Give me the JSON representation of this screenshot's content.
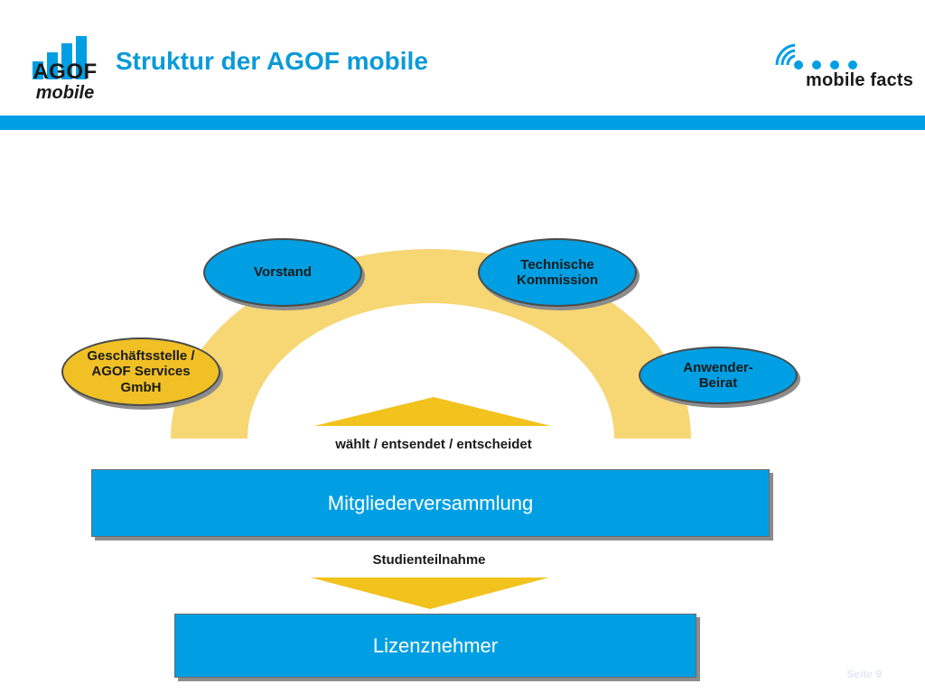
{
  "colors": {
    "brand_blue": "#009fe3",
    "arch_yellow": "#f7d674",
    "node_gold": "#f0c025",
    "arrow_gold": "#f2c21d",
    "title_blue": "#0a9ad8"
  },
  "header": {
    "logo_left": {
      "line1": "AGOF",
      "line2": "mobile"
    },
    "title": "Struktur der AGOF mobile",
    "logo_right": {
      "text": "mobile facts"
    }
  },
  "diagram": {
    "nodes": [
      {
        "id": "vorstand",
        "label": "Vorstand"
      },
      {
        "id": "technische_kommission",
        "label": "Technische\nKommission"
      },
      {
        "id": "geschaeftsstelle",
        "label": "Geschäftsstelle /\nAGOF Services\nGmbH"
      },
      {
        "id": "anwender_beirat",
        "label": "Anwender-\nBeirat"
      }
    ],
    "labels": {
      "upward": "wählt / entsendet / entscheidet",
      "downward": "Studienteilnahme"
    },
    "boxes": {
      "main": "Mitgliederversammlung",
      "bottom": "Lizenznehmer"
    }
  },
  "footer": {
    "page": "Seite 9"
  }
}
